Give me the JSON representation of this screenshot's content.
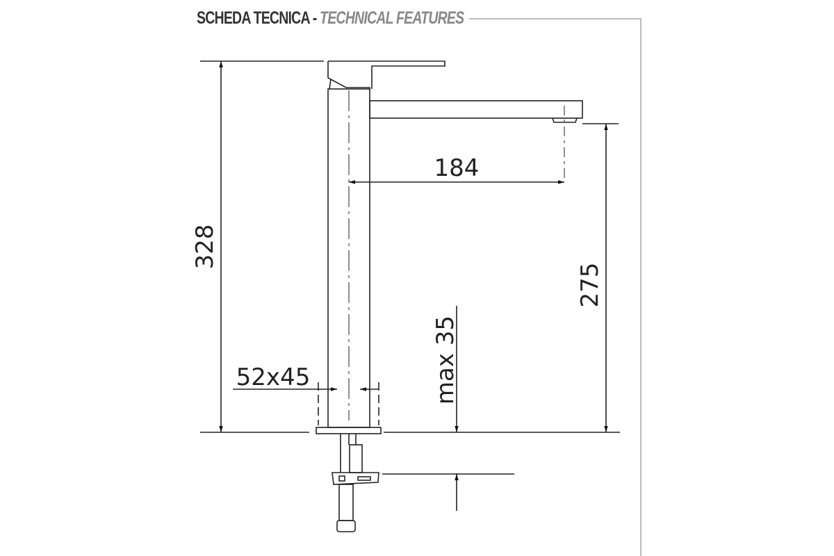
{
  "header": {
    "title_it": "SCHEDA TECNICA",
    "separator": "-",
    "title_en": "TECHNICAL FEATURES"
  },
  "dimensions": {
    "total_height": "328",
    "spout_reach": "184",
    "spout_height": "275",
    "base_size": "52x45",
    "max_deck_thickness": "max 35"
  },
  "colors": {
    "line": "#222222",
    "frame": "#bbbbbb",
    "title_secondary": "#888888"
  }
}
